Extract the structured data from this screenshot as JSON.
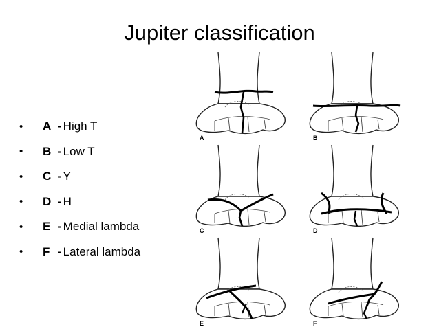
{
  "title": "Jupiter classification",
  "bullets": [
    {
      "letter": "A",
      "dash": "-",
      "text": "High T"
    },
    {
      "letter": "B",
      "dash": "-",
      "text": "Low T"
    },
    {
      "letter": "C",
      "dash": "-",
      "text": "Y"
    },
    {
      "letter": "D",
      "dash": "-",
      "text": "H"
    },
    {
      "letter": "E",
      "dash": "-",
      "text": "Medial lambda"
    },
    {
      "letter": "F",
      "dash": "-",
      "text": "Lateral lambda"
    }
  ],
  "figure": {
    "panel_labels": [
      "A",
      "B",
      "C",
      "D",
      "E",
      "F"
    ]
  }
}
